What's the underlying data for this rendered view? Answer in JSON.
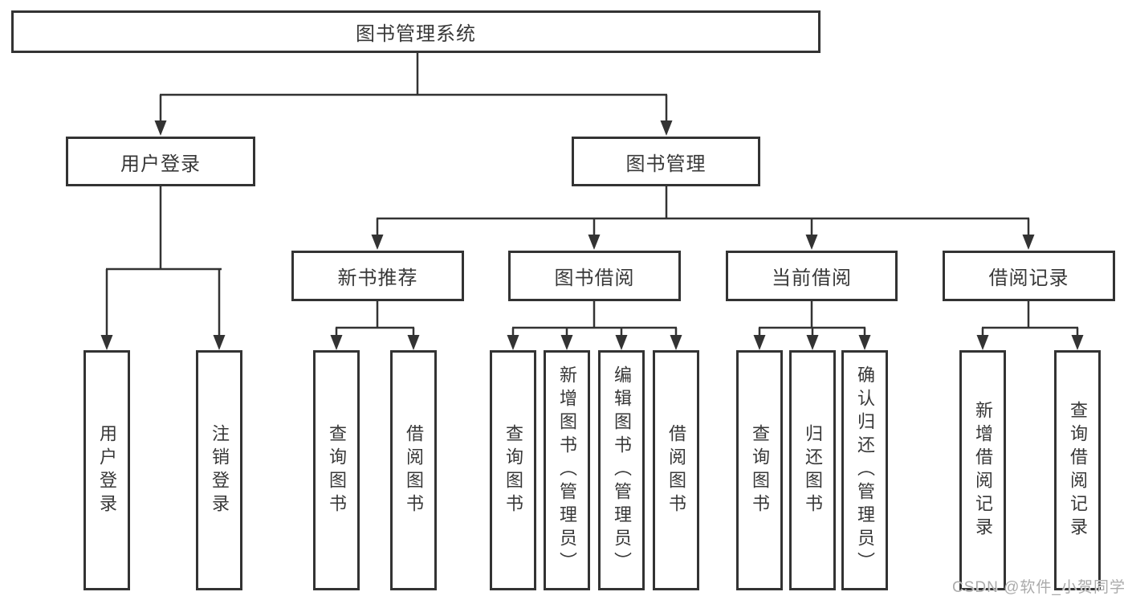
{
  "diagram": {
    "title": "图书管理系统",
    "branches": {
      "user_login": {
        "label": "用户登录",
        "children": [
          "用户登录",
          "注销登录"
        ]
      },
      "book_management": {
        "label": "图书管理",
        "sections": [
          {
            "label": "新书推荐",
            "children": [
              "查询图书",
              "借阅图书"
            ]
          },
          {
            "label": "图书借阅",
            "children": [
              "查询图书",
              "新增图书（管理员）",
              "编辑图书（管理员）",
              "借阅图书"
            ]
          },
          {
            "label": "当前借阅",
            "children": [
              "查询图书",
              "归还图书",
              "确认归还（管理员）"
            ]
          },
          {
            "label": "借阅记录",
            "children": [
              "新增借阅记录",
              "查询借阅记录"
            ]
          }
        ]
      }
    }
  },
  "watermark": {
    "text": "CSDN @软件_小贺同学"
  },
  "colors": {
    "line": "#333333",
    "text": "#383838",
    "watermark": "#ababab",
    "background": "#ffffff"
  }
}
